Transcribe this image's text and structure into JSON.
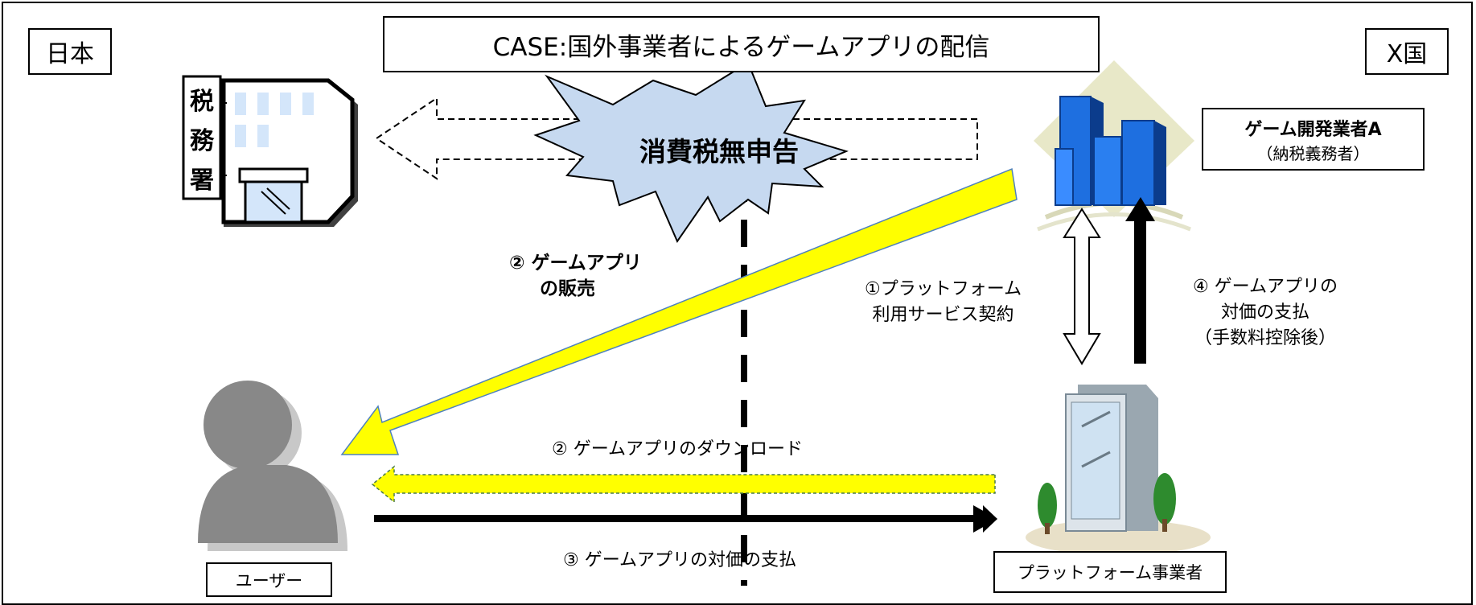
{
  "title": "CASE:国外事業者によるゲームアプリの配信",
  "regions": {
    "left": "日本",
    "right": "X国"
  },
  "tax_office_label": [
    "税",
    "務",
    "署"
  ],
  "burst_label": "消費税無申告",
  "developer": {
    "name": "ゲーム開発業者A",
    "note": "（納税義務者）"
  },
  "user_label": "ユーザー",
  "platform_label": "プラットフォーム事業者",
  "flows": {
    "contract": [
      "①プラットフォーム",
      "利用サービス契約"
    ],
    "sale": [
      "② ゲームアプリ",
      "の販売"
    ],
    "download": "② ゲームアプリのダウンロード",
    "user_payment": "③ ゲームアプリの対価の支払",
    "dev_payment": [
      "④ ゲームアプリの",
      "対価の支払",
      "（手数料控除後）"
    ]
  },
  "colors": {
    "sale_arrow": "#ffff00",
    "burst": "#c6d9f0",
    "building_blue": "#1e6fe0",
    "person": "#808080"
  }
}
